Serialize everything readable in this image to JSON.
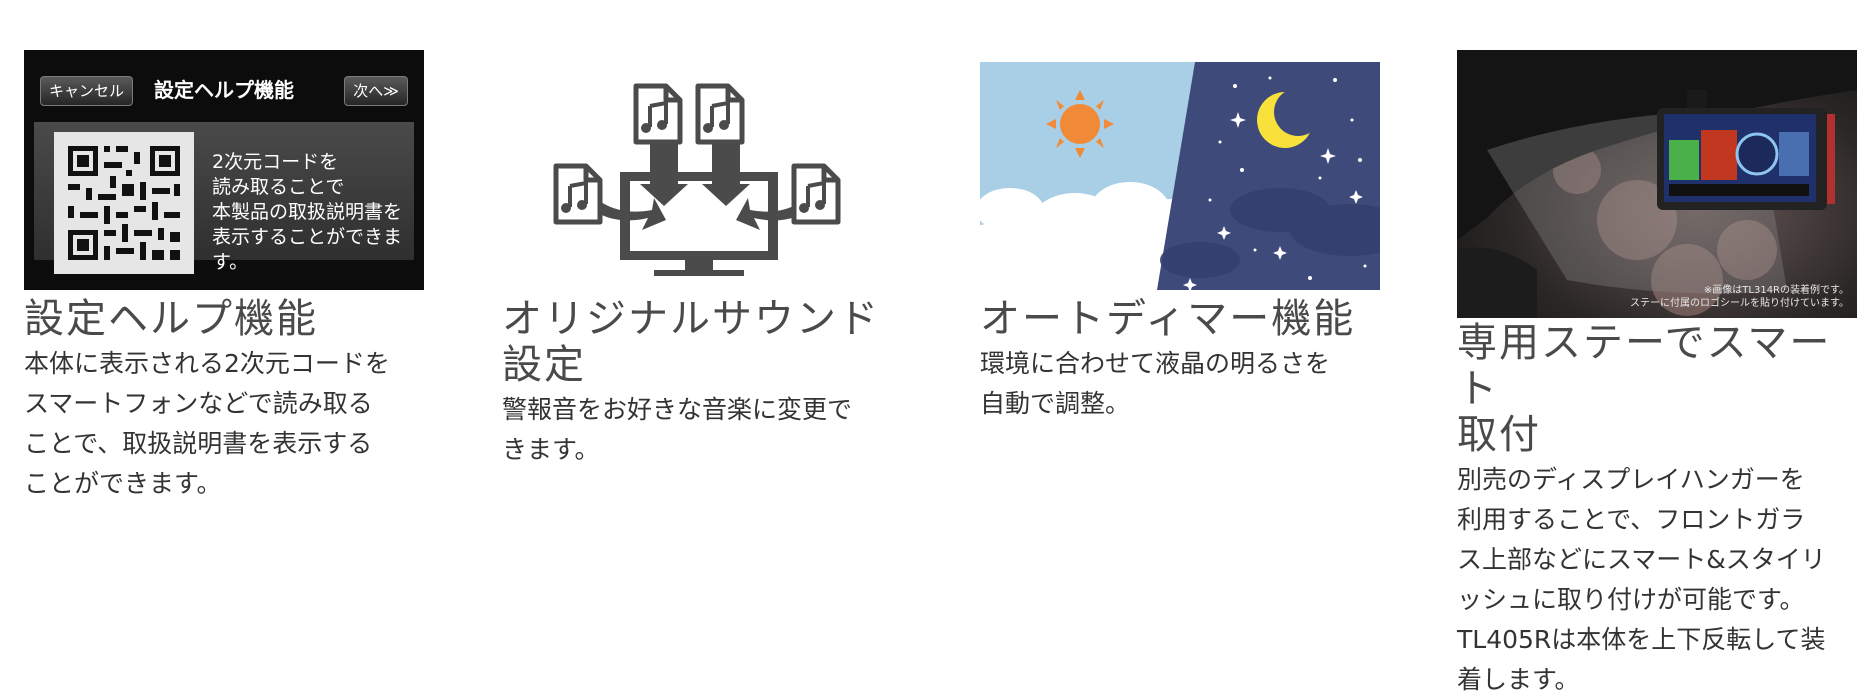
{
  "features": [
    {
      "title": "設定ヘルプ機能",
      "desc": "本体に表示される2次元コードを\nスマートフォンなどで読み取る\nことで、取扱説明書を表示する\nことができます。",
      "screen": {
        "cancel": "キャンセル",
        "title": "設定ヘルプ機能",
        "next": "次へ≫",
        "text": "2次元コードを\n読み取ることで\n本製品の取扱説明書を\n表示することができます。"
      },
      "icon": "qr-code-icon"
    },
    {
      "title": "オリジナルサウンド\n設定",
      "desc": "警報音をお好きな音楽に変更で\nきます。",
      "icon": "music-file-to-monitor-icon"
    },
    {
      "title": "オートディマー機能",
      "desc": "環境に合わせて液晶の明るさを\n自動で調整。",
      "icon": "day-night-icon"
    },
    {
      "title": "専用ステーでスマート\n取付",
      "desc": "別売のディスプレイハンガーを\n利用することで、フロントガラ\nス上部などにスマート&スタイリ\nッシュに取り付けが可能です。\nTL405Rは本体を上下反転して装\n着します。",
      "photo_note": "※画像はTL314Rの装着例です。\nステーに付属のロゴシールを貼り付けています。",
      "icon": "mounted-device-photo"
    }
  ],
  "colors": {
    "sun": "#f08a36",
    "moon": "#f7e13a",
    "night": "#3e4a7a",
    "sky": "#a9cfe6",
    "icon": "#4b4b4b"
  }
}
